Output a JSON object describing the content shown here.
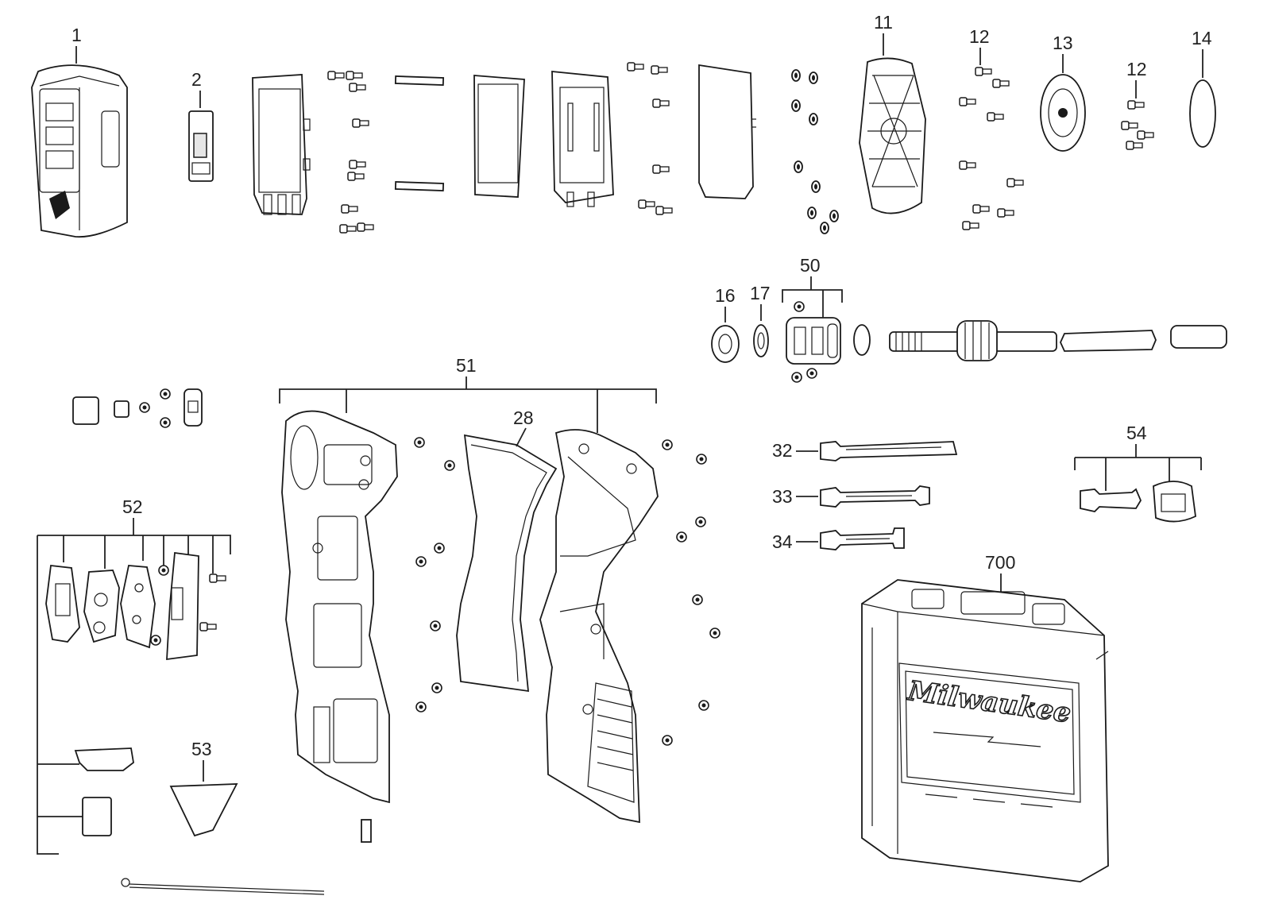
{
  "labels": {
    "p1": "1",
    "p2": "2",
    "p11": "11",
    "p12a": "12",
    "p12b": "12",
    "p13": "13",
    "p14": "14",
    "p16": "16",
    "p17": "17",
    "p50": "50",
    "p51": "51",
    "p28": "28",
    "p32": "32",
    "p33": "33",
    "p34": "34",
    "p52": "52",
    "p53": "53",
    "p54": "54",
    "p700": "700"
  },
  "brand": "Milwaukee"
}
